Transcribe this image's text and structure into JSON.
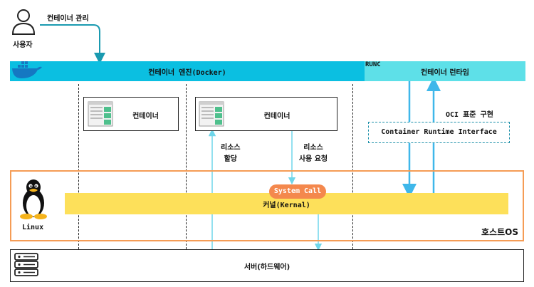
{
  "user": {
    "label": "사용자",
    "icon": "user-icon"
  },
  "manage_label": "컨테이너 관리",
  "engine": {
    "label": "컨테이너 엔진(Docker)",
    "icon": "docker-whale-icon",
    "color": "#0bbfe1"
  },
  "runtime": {
    "tag": "RUNC",
    "label": "컨테이너 런타임",
    "color": "#5ee0e8"
  },
  "containers": [
    {
      "label": "컨테이너"
    },
    {
      "label": "컨테이너"
    }
  ],
  "oci_label": "OCI 표준 구현",
  "cri_label": "Container Runtime Interface",
  "resource_alloc": {
    "line1": "리소스",
    "line2": "할당"
  },
  "resource_request": {
    "line1": "리소스",
    "line2": "사용 요청"
  },
  "system_call": "System Call",
  "kernel": {
    "label": "커널(Kernal)",
    "color": "#fde05a"
  },
  "linux": {
    "label": "Linux",
    "icon": "tux-penguin-icon"
  },
  "host_os": {
    "label": "호스트OS",
    "color": "#f59c55"
  },
  "server": {
    "label": "서버(하드웨어)",
    "icon": "server-rack-icon"
  }
}
